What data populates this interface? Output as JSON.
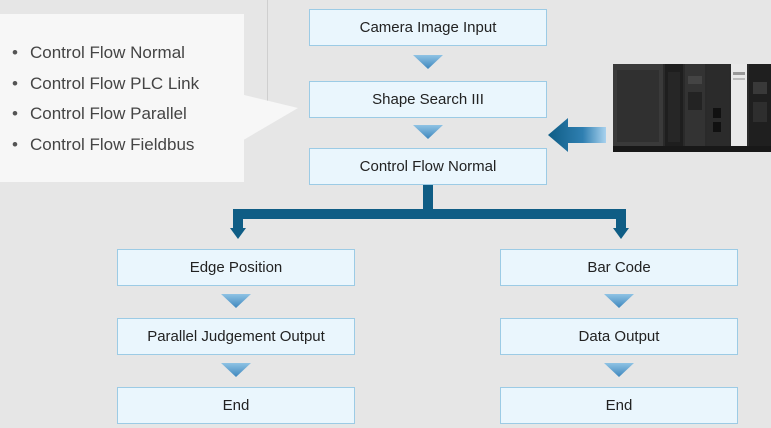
{
  "callout": {
    "items": [
      "Control Flow Normal",
      "Control Flow PLC Link",
      "Control Flow Parallel",
      "Control Flow Fieldbus"
    ]
  },
  "flow": {
    "main": [
      "Camera Image Input",
      "Shape Search III",
      "Control Flow Normal"
    ],
    "left_branch": [
      "Edge Position",
      "Parallel Judgement Output",
      "End"
    ],
    "right_branch": [
      "Bar Code",
      "Data Output",
      "End"
    ]
  },
  "colors": {
    "box_fill": "#eaf6fd",
    "box_border": "#9ccbe5",
    "connector": "#0f5d85",
    "arrow_light": "#8fc3e4",
    "arrow_dark": "#3d86bd",
    "background": "#e6e6e6",
    "callout_fill": "#f7f7f7"
  },
  "icons": {
    "flow_arrow": "chevron-down-arrow-icon",
    "input_arrow": "left-arrow-icon",
    "device": "plc-controller-image"
  }
}
